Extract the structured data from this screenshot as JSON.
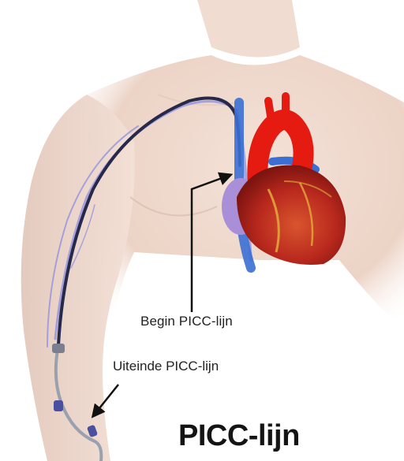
{
  "diagram": {
    "title": "PICC-lijn",
    "labels": {
      "begin": "Begin  PICC-lijn",
      "tip": "Uiteinde PICC-lijn"
    },
    "colors": {
      "skin": "#efd8cc",
      "skin_shadow": "#dcbfb1",
      "vein": "#8f8fe0",
      "catheter": "#26294a",
      "heart_red": "#c8281f",
      "aorta": "#e51b12",
      "vena_cava": "#3b6fd4",
      "atrium": "#a98fd8",
      "arrow": "#111111"
    }
  }
}
